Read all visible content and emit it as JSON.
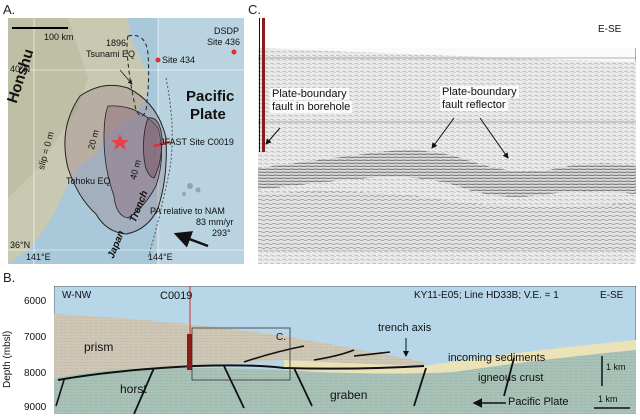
{
  "panel_a": {
    "letter": "A.",
    "scale": "100 km",
    "lat_40": "40°N",
    "lat_36": "36°N",
    "lon_141": "141°E",
    "lon_144": "144°E",
    "honshu": "Honshu",
    "pacific": "Pacific",
    "plate": "Plate",
    "tsunami_year": "1896",
    "tsunami_label": "Tsunami EQ",
    "dsdp": "DSDP",
    "site436": "Site 436",
    "site434": "Site 434",
    "jfast": "JFAST Site C0019",
    "slip": "slip = 0 m",
    "m20": "20 m",
    "m40": "40 m",
    "tohoku": "Tohoku EQ",
    "trench1": "Japan",
    "trench2": "Trench",
    "pa1": "PA relative to NAM",
    "pa2": "83 mm/yr",
    "pa3": "293°"
  },
  "panel_c": {
    "letter": "C.",
    "dir": "E-SE",
    "borehole1": "Plate-boundary",
    "borehole2": "fault in borehole",
    "reflector1": "Plate-boundary",
    "reflector2": "fault reflector"
  },
  "panel_b": {
    "letter": "B.",
    "y_title": "Depth (mbsl)",
    "y_ticks": [
      "6000",
      "7000",
      "8000",
      "9000"
    ],
    "left_dir": "W-NW",
    "site": "C0019",
    "line_info": "KY11-E05; Line HD33B; V.E. = 1",
    "right_dir": "E-SE",
    "box_label": "C.",
    "trench_axis": "trench axis",
    "prism": "prism",
    "incoming": "incoming sediments",
    "igneous": "igneous crust",
    "horst": "horst",
    "graben": "graben",
    "pacific_plate": "Pacific Plate",
    "scale_v": "1 km",
    "scale_h": "1 km"
  },
  "colors": {
    "ocean": "#a9c9db",
    "land": "#c9c8b0",
    "slip_fill": "#9b7f8a",
    "borehole": "#8b1a1a",
    "seismic_bg": "#e9e9e9",
    "sky": "#b7d6e8",
    "prism": "#cfc7b5",
    "sediment": "#ece2b8",
    "crust": "#a8c2b7",
    "site_dot": "#e03030",
    "star": "#e8424a"
  }
}
